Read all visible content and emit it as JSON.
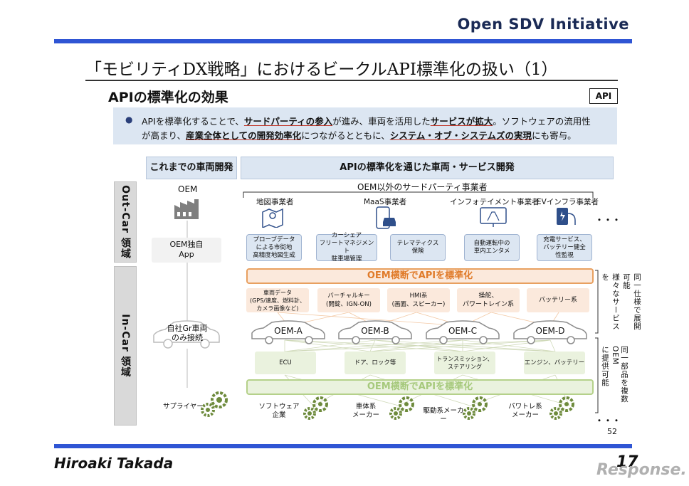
{
  "header": {
    "title": "Open SDV Initiative"
  },
  "slide": {
    "title": "「モビリティDX戦略」におけるビークルAPI標準化の扱い（1）",
    "section": "APIの標準化の効果",
    "badge": "API"
  },
  "bullet": {
    "l1_a": "APIを標準化することで、",
    "l1_b": "サードパーティの参入",
    "l1_c": "が進み、車両を活用した",
    "l1_d": "サービスが拡大",
    "l1_e": "。ソフトウェアの流用性",
    "l2_a": "が高まり、",
    "l2_b": "産業全体としての開発効率化",
    "l2_c": "につながるとともに、",
    "l2_d": "システム・オブ・システムズの実現",
    "l2_e": "にも寄与。"
  },
  "columns": {
    "left": "これまでの車両開発",
    "right": "APIの標準化を通じた車両・サービス開発"
  },
  "regions": {
    "out_car": "Out-Car 領域",
    "in_car": "In-Car 領域"
  },
  "left_col": {
    "oem": "OEM",
    "oem_app": "OEM独自\nApp",
    "own_gr": "自社Gr車両\nのみ接続",
    "supplier": "サプライヤー"
  },
  "third_party": {
    "title": "OEM以外のサードパーティ事業者",
    "categories": [
      "地図事業者",
      "MaaS事業者",
      "インフォテイメント事業者",
      "EVインフラ事業者"
    ],
    "ellipsis": "・・・",
    "services": [
      "プローブデータ\nによる市街地\n高精度地図生成",
      "カーシェア\nフリートマネジメント\n駐車場管理",
      "テレマティクス\n保険",
      "自動運転中の\n車内エンタメ",
      "充電サービス、\nバッテリー健全\n性監視"
    ]
  },
  "bars": {
    "orange": "OEM横断でAPIを標準化",
    "green": "OEM横断でAPIを標準化"
  },
  "vehicle_data": [
    "車両データ\n(GPS/速度、燃料計、\nカメラ画像など)",
    "バーチャルキー\n(開錠、IGN-ON)",
    "HMI系\n(画面、スピーカー)",
    "操舵、\nパワートレイン系",
    "バッテリー系"
  ],
  "oems": [
    "OEM-A",
    "OEM-B",
    "OEM-C",
    "OEM-D"
  ],
  "components": [
    "ECU",
    "ドア、ロック等",
    "トランスミッション、\nステアリング",
    "エンジン、バッテリー"
  ],
  "suppliers": [
    "ソフトウェア\n企業",
    "車体系\nメーカー",
    "駆動系メーカー",
    "パワトレ系\nメーカー"
  ],
  "notes": {
    "right_top": "同一仕様で展開可能\n様々なサービスを",
    "right_bottom": "同一部品を複数OEM\nに提供可能",
    "bottom_ellipsis": "・・・"
  },
  "footer": {
    "author": "Hiroaki Takada",
    "page": "17",
    "inner_page": "52",
    "watermark": "Response."
  },
  "colors": {
    "accent_blue": "#2f55d4",
    "light_blue": "#dce6f2",
    "orange": "#e07b2a",
    "green": "#a6c97c",
    "gear_green": "#6e8b3d"
  }
}
